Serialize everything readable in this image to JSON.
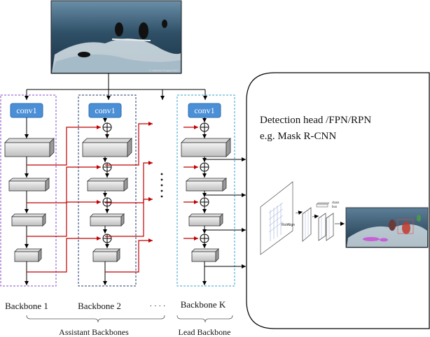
{
  "conv_label": "conv1",
  "backbones": {
    "b1": "Backbone 1",
    "b2": "Backbone 2",
    "dots": "· · · ·",
    "bk": "Backbone K"
  },
  "groups": {
    "assistant": "Assistant Backbones",
    "lead": "Lead Backbone"
  },
  "head": {
    "line1": "Detection head /FPN/RPN",
    "line2": "e.g. Mask R-CNN",
    "roialign": "RoIAlign",
    "class_box_1": "class",
    "class_box_2": "box"
  },
  "image": {
    "credit": "© Lifeform Project 2017"
  },
  "colors": {
    "purple_border": "#8a4fc8",
    "navy_border": "#1f3a6b",
    "cyan_border": "#3aa0cf",
    "conv_fill": "#4b8fd6",
    "red_arrow": "#c00000",
    "black": "#000000"
  }
}
